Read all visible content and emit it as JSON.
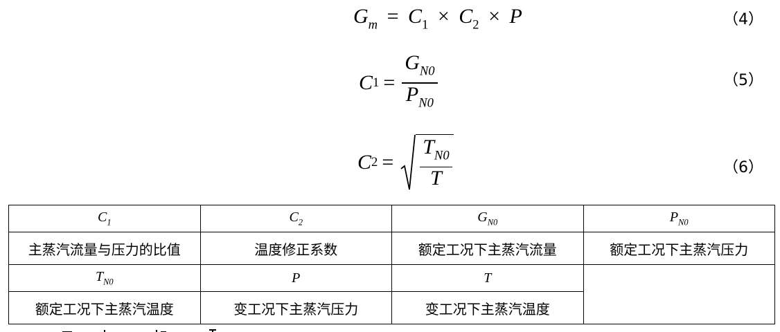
{
  "equations": {
    "eq4": {
      "lhs": "G",
      "lhs_sub": "m",
      "eq": "=",
      "t1": "C",
      "t1_sub": "1",
      "times": "×",
      "t2": "C",
      "t2_sub": "2",
      "t3": "P",
      "number": "（4）"
    },
    "eq5": {
      "lhs": "C",
      "lhs_sub": "1",
      "eq": "=",
      "num": "G",
      "num_sub": "N0",
      "den": "P",
      "den_sub": "N0",
      "number": "（5）"
    },
    "eq6": {
      "lhs": "C",
      "lhs_sub": "2",
      "eq": "=",
      "num": "T",
      "num_sub": "N0",
      "den": "T",
      "number": "（6）"
    }
  },
  "table": {
    "row1": [
      {
        "sym": "C",
        "sub": "1"
      },
      {
        "sym": "C",
        "sub": "2"
      },
      {
        "sym": "G",
        "sub": "N0"
      },
      {
        "sym": "P",
        "sub": "N0"
      }
    ],
    "row2": [
      "主蒸汽流量与压力的比值",
      "温度修正系数",
      "额定工况下主蒸汽流量",
      "额定工况下主蒸汽压力"
    ],
    "row3": [
      {
        "sym": "T",
        "sub": "N0"
      },
      {
        "sym": "P",
        "sub": ""
      },
      {
        "sym": "T",
        "sub": ""
      }
    ],
    "row4": [
      "额定工况下主蒸汽温度",
      "变工况下主蒸汽压力",
      "变工况下主蒸汽温度"
    ]
  }
}
